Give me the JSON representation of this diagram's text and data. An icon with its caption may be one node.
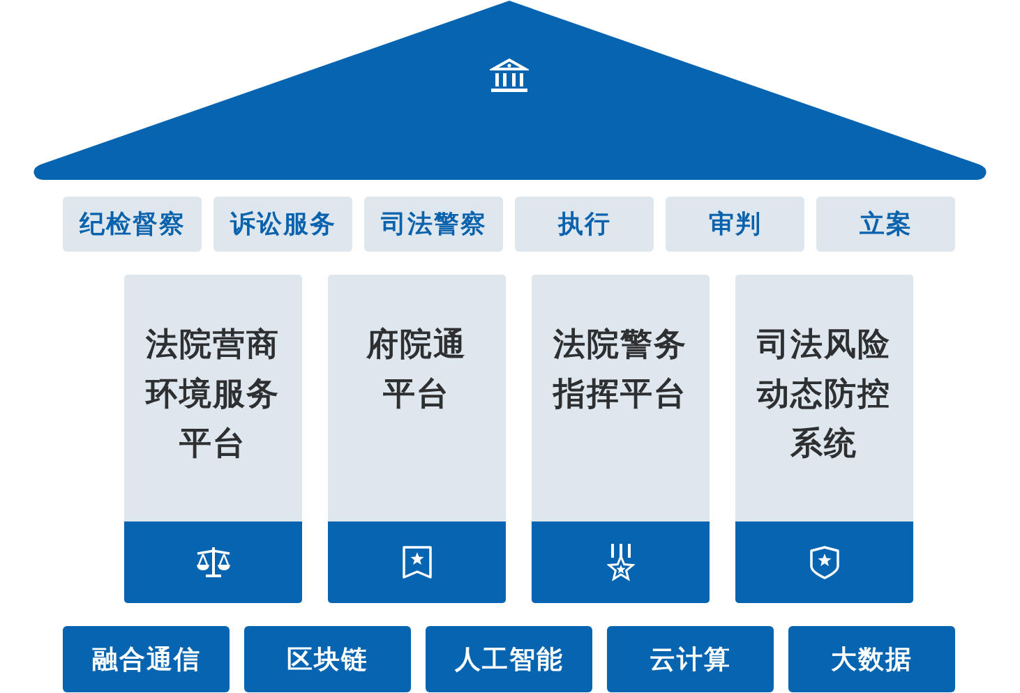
{
  "diagram": {
    "nodes": [
      {
        "text": [
          "纪检督察"
        ]
      },
      {
        "text": [
          "诉讼服务"
        ]
      },
      {
        "text": [
          "司法警察"
        ]
      },
      {
        "text": [
          "执行"
        ]
      },
      {
        "text": [
          "审判"
        ]
      },
      {
        "text": [
          "立案"
        ]
      },
      {
        "text": [
          "法院营商环境服务平台"
        ]
      },
      {
        "text": [
          "府院通平台"
        ]
      },
      {
        "text": [
          "法院警务指挥平台"
        ]
      },
      {
        "text": [
          "司法风险动态防控系统"
        ]
      },
      {
        "text": [
          "融合通信"
        ]
      },
      {
        "text": [
          "区块链"
        ]
      },
      {
        "text": [
          "人工智能"
        ]
      },
      {
        "text": [
          "云计算"
        ]
      },
      {
        "text": [
          "大数据"
        ]
      }
    ]
  }
}
